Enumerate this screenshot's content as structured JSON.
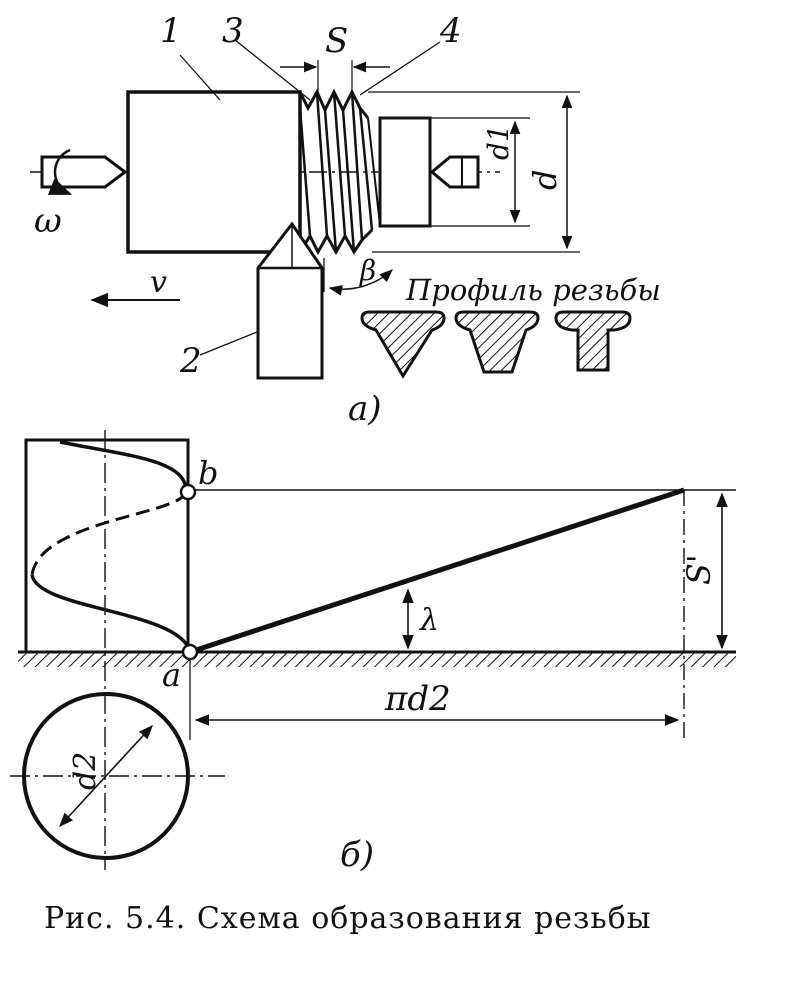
{
  "diagram_a": {
    "labels": {
      "part_1": "1",
      "part_2": "2",
      "part_3": "3",
      "part_4": "4",
      "pitch": "S",
      "minor_diameter": "d1",
      "major_diameter": "d",
      "angular_velocity": "ω",
      "feed_velocity": "v",
      "angle": "β",
      "profile_title": "Профиль резьбы",
      "sub_label": "а)"
    }
  },
  "diagram_b": {
    "labels": {
      "point_b": "b",
      "point_a": "a",
      "lead": "S'",
      "helix_angle": "λ",
      "circumference": "πd2",
      "pitch_diameter": "d2",
      "sub_label": "б)"
    }
  },
  "caption": "Рис. 5.4. Схема образования резьбы",
  "colors": {
    "ink": "#111111",
    "background": "#ffffff"
  }
}
